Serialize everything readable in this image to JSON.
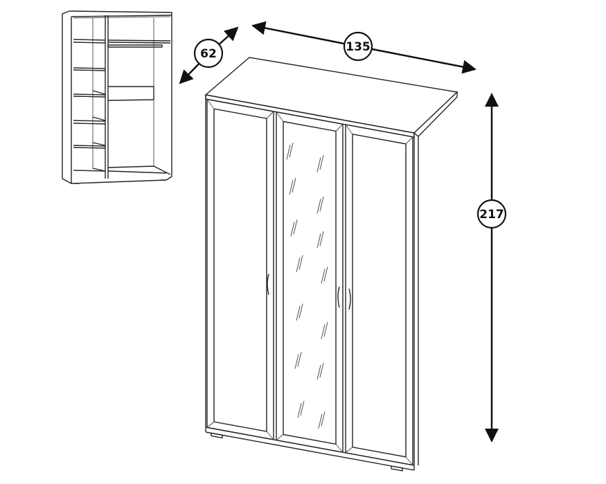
{
  "dimensions": {
    "depth": {
      "value": "62",
      "unit_implied": "cm"
    },
    "width": {
      "value": "135",
      "unit_implied": "cm"
    },
    "height": {
      "value": "217",
      "unit_implied": "cm"
    }
  },
  "colors": {
    "line": "#222222",
    "background": "#ffffff"
  }
}
